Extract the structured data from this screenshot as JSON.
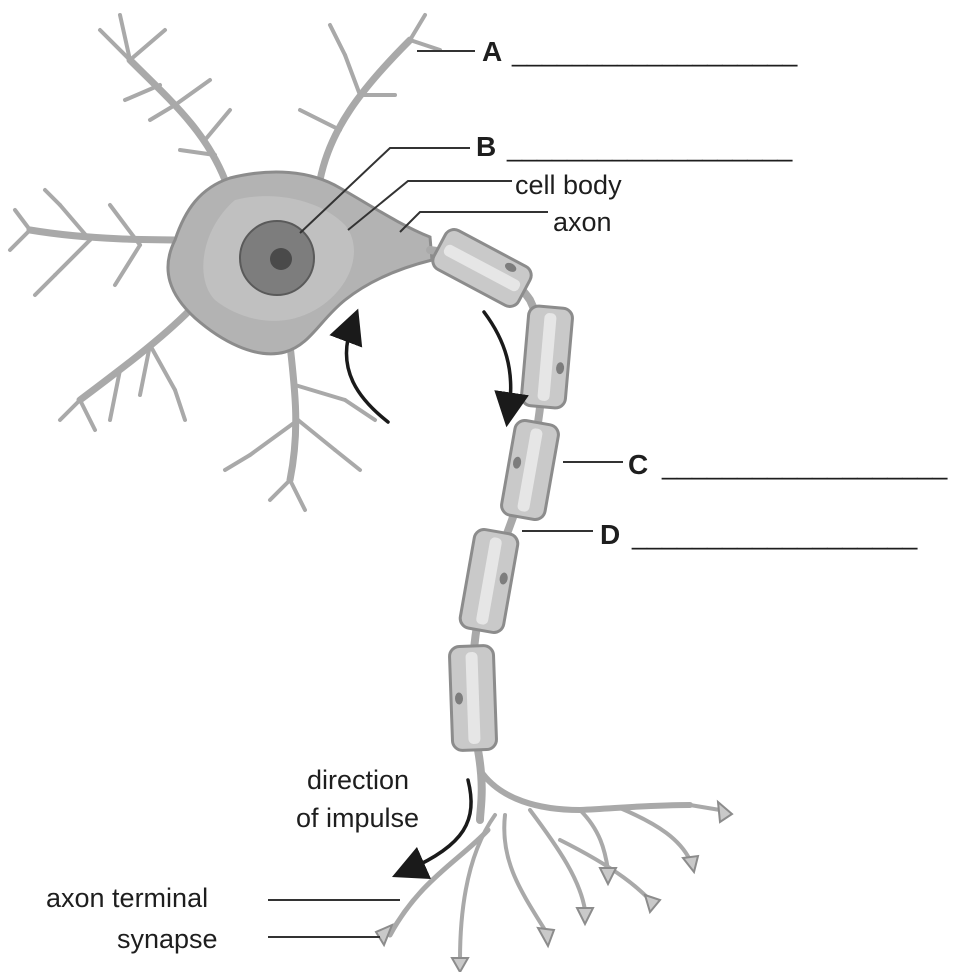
{
  "labels": {
    "a": {
      "letter": "A",
      "blank": "___________________"
    },
    "b": {
      "letter": "B",
      "blank": "___________________"
    },
    "c": {
      "letter": "C",
      "blank": "___________________"
    },
    "d": {
      "letter": "D",
      "blank": "___________________"
    },
    "cell_body": "cell body",
    "axon": "axon",
    "direction_line1": "direction",
    "direction_line2": "of impulse",
    "axon_terminal": "axon terminal",
    "synapse": "synapse"
  },
  "colors": {
    "membrane": "#8c8c8c",
    "cytoplasm": "#b3b3b3",
    "cytoplasm_inner": "#c6c6c6",
    "nucleus": "#7d7d7d",
    "nucleolus": "#4a4a4a",
    "sheath_fill": "#c9c9c9",
    "sheath_core": "#e6e6e6",
    "leader_line": "#333333",
    "arrow": "#1a1a1a"
  }
}
